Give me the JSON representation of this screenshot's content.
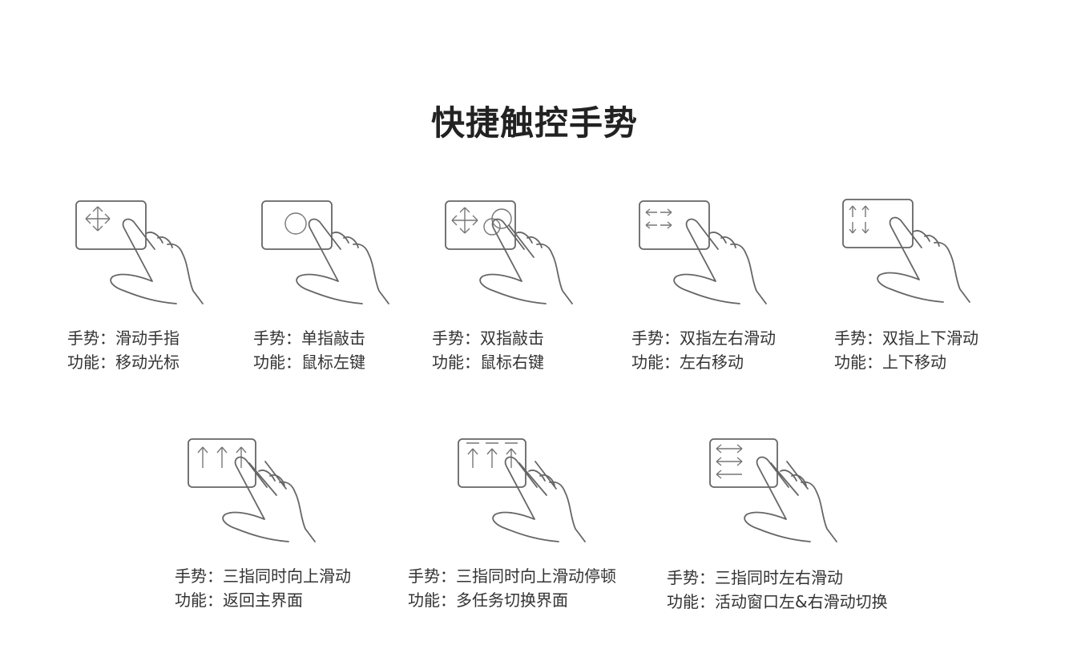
{
  "title": "快捷触控手势",
  "cards": [
    {
      "gesture": "手势：滑动手指",
      "function": "功能：移动光标",
      "icon": "move-arrows-icon"
    },
    {
      "gesture": "手势：单指敲击",
      "function": "功能：鼠标左键",
      "icon": "single-tap-icon"
    },
    {
      "gesture": "手势：双指敲击",
      "function": "功能：鼠标右键",
      "icon": "two-finger-tap-icon"
    },
    {
      "gesture": "手势：双指左右滑动",
      "function": "功能：左右移动",
      "icon": "two-finger-horizontal-icon"
    },
    {
      "gesture": "手势：双指上下滑动",
      "function": "功能：上下移动",
      "icon": "two-finger-vertical-icon"
    },
    {
      "gesture": "手势：三指同时向上滑动",
      "function": "功能：返回主界面",
      "icon": "three-finger-up-icon"
    },
    {
      "gesture": "手势：三指同时向上滑动停顿",
      "function": "功能：多任务切换界面",
      "icon": "three-finger-up-pause-icon"
    },
    {
      "gesture": "手势：三指同时左右滑动",
      "function": "功能：活动窗口左&右滑动切换",
      "icon": "three-finger-horizontal-icon"
    }
  ]
}
